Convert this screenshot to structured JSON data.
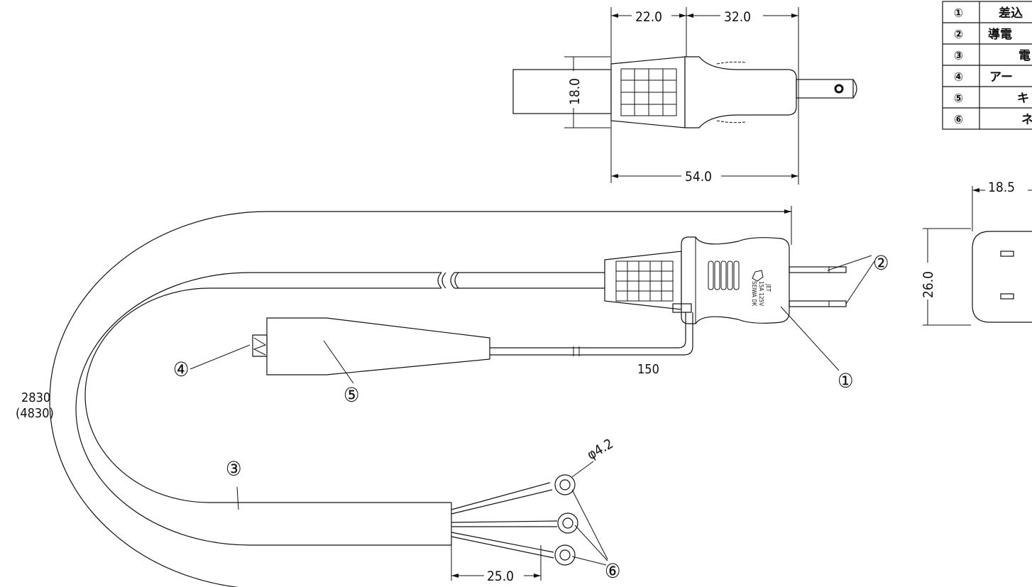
{
  "dimensions": {
    "plug_left": "22.0",
    "plug_right": "32.0",
    "plug_height": "18.0",
    "plug_total": "54.0",
    "face_width": "18.5",
    "face_height": "26.0",
    "cord_length": "2830",
    "cord_length_alt": "(4830)",
    "lead_length": "150",
    "strip_length": "25.0",
    "ring_diameter": "φ4.2"
  },
  "callouts": [
    "①",
    "②",
    "③",
    "④",
    "⑤",
    "⑥"
  ],
  "plug_marking": {
    "line1": "JET",
    "line2": "15A 125V",
    "line3": "SEIWA DK"
  },
  "parts_table": {
    "rows": [
      {
        "no": "①",
        "name": "差込"
      },
      {
        "no": "②",
        "name": "導電"
      },
      {
        "no": "③",
        "name": "電"
      },
      {
        "no": "④",
        "name": "アー"
      },
      {
        "no": "⑤",
        "name": "キ"
      },
      {
        "no": "⑥",
        "name": "ネ"
      }
    ]
  }
}
